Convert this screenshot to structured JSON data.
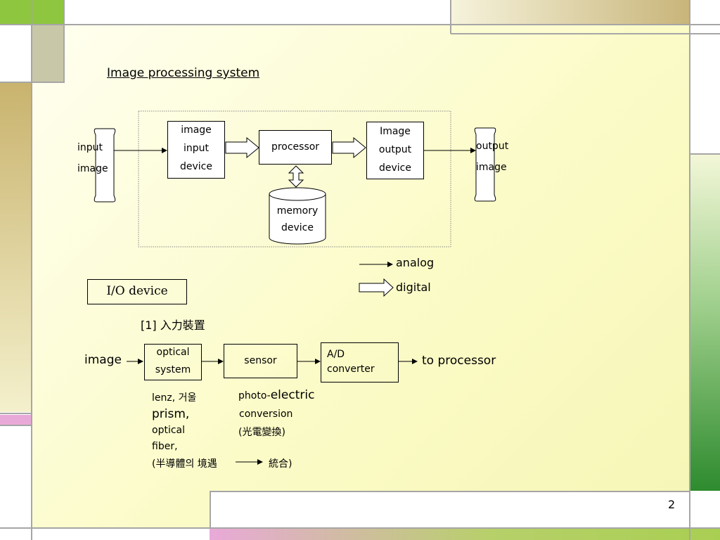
{
  "slide": {
    "title": "Image processing system",
    "page_number": "2"
  },
  "diagram": {
    "input_image": [
      "input",
      "image"
    ],
    "image_input_device": [
      "image",
      "input",
      "device"
    ],
    "processor": "processor",
    "image_output_device": [
      "Image",
      "output",
      "device"
    ],
    "output_image": [
      "output",
      "image"
    ],
    "memory_device": [
      "memory",
      "device"
    ]
  },
  "legend": {
    "analog": "analog",
    "digital": "digital"
  },
  "io_device": "I/O device",
  "section": "[1] 入力裝置",
  "pipeline": {
    "image": "image",
    "optical_system": [
      "optical",
      "system"
    ],
    "sensor": "sensor",
    "ad_converter": [
      "A/D",
      "converter"
    ],
    "to_processor": "to processor"
  },
  "notes": {
    "lenz": "lenz, 거울",
    "prism": "prism,",
    "optical": "optical",
    "fiber": "fiber,",
    "semiconductor_left": "(半導體의 境遇",
    "semiconductor_right": "統合)",
    "photo": "photo-",
    "electric": "electric",
    "conversion": "conversion",
    "kanji_conversion": "(光電變換)"
  },
  "colors": {
    "content_bg": "#fefed6",
    "frame": "#a6a6a6",
    "green": "#2e8b2e",
    "khaki": "#c9b878",
    "pink": "#e9a9d8",
    "lime": "#a9cf52"
  }
}
